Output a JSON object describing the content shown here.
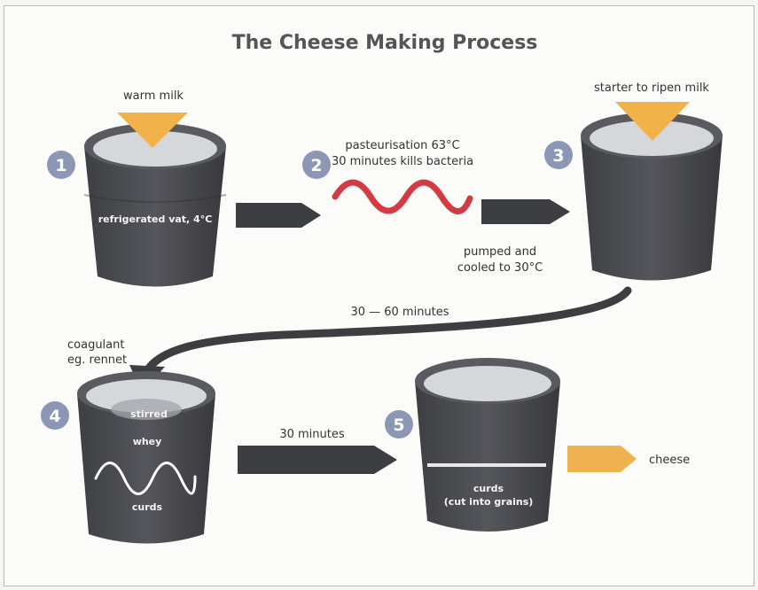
{
  "title": "The Cheese Making Process",
  "steps": [
    {
      "number": "1",
      "top_label": "warm milk",
      "vat_label": "refrigerated vat, 4°C"
    },
    {
      "number": "2",
      "label_line1": "pasteurisation 63°C",
      "label_line2": "30 minutes kills bacteria"
    },
    {
      "number": "3",
      "top_label": "starter to ripen milk",
      "side_line1": "pumped and",
      "side_line2": "cooled to 30°C"
    },
    {
      "number": "4",
      "top_line1": "coagulant",
      "top_line2": "eg. rennet",
      "vat_stirred": "stirred",
      "vat_whey": "whey",
      "vat_curds": "curds"
    },
    {
      "number": "5",
      "vat_line1": "curds",
      "vat_line2": "(cut into grains)"
    }
  ],
  "transitions": {
    "three_to_four": "30 — 60 minutes",
    "four_to_five": "30 minutes",
    "output": "cheese"
  },
  "colors": {
    "vat_body": "#4e4f53",
    "vat_top": "#d6d7db",
    "step_badge": "#8b97b4",
    "heater_wave": "#d43a42",
    "funnel": "#f2b24a",
    "arrow": "#3d3e42",
    "output_arrow": "#f0b24f"
  }
}
